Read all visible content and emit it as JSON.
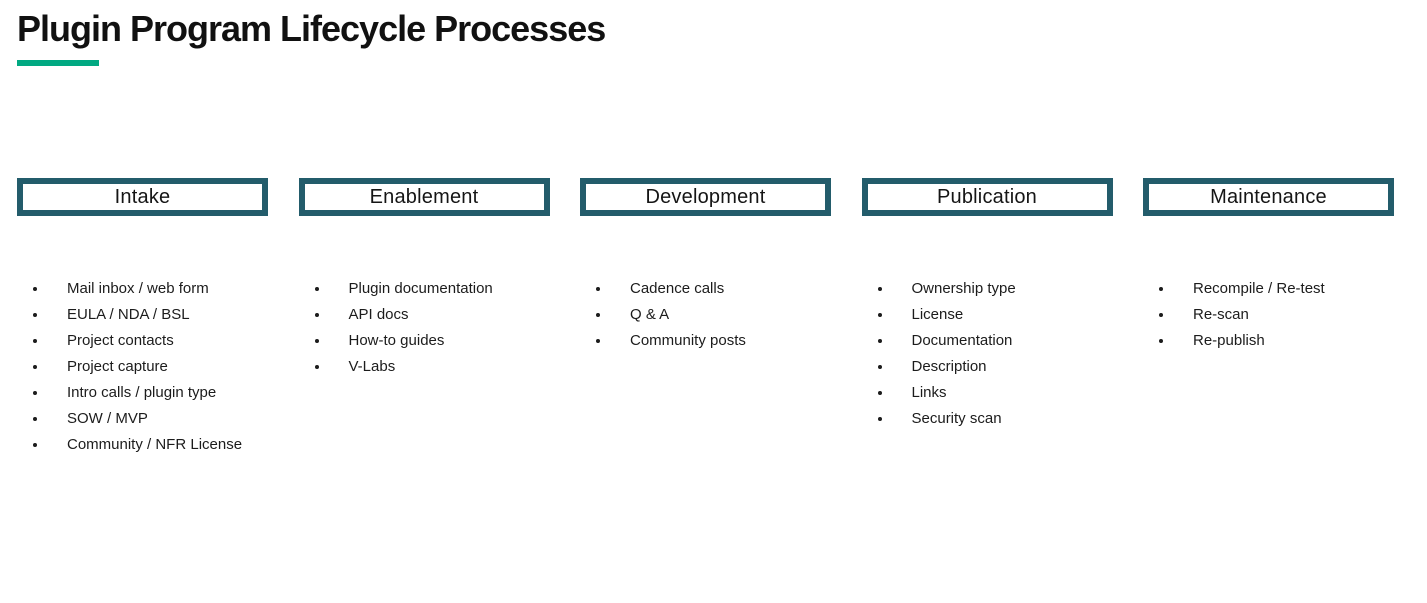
{
  "title": "Plugin Program Lifecycle Processes",
  "colors": {
    "accent_green": "#01A982",
    "box_border_teal": "#235C6B",
    "list_text": "#1C1C1C",
    "title_text": "#111111",
    "background": "#FFFFFF"
  },
  "columns": [
    {
      "header": "Intake",
      "items": [
        "Mail inbox / web form",
        "EULA / NDA / BSL",
        "Project contacts",
        "Project capture",
        "Intro calls / plugin type",
        "SOW / MVP",
        "Community / NFR License"
      ]
    },
    {
      "header": "Enablement",
      "items": [
        "Plugin documentation",
        "API docs",
        "How-to guides",
        "V-Labs"
      ]
    },
    {
      "header": "Development",
      "items": [
        "Cadence calls",
        "Q & A",
        "Community posts"
      ]
    },
    {
      "header": "Publication",
      "items": [
        "Ownership type",
        "License",
        "Documentation",
        "Description",
        "Links",
        "Security scan"
      ]
    },
    {
      "header": "Maintenance",
      "items": [
        "Recompile / Re-test",
        "Re-scan",
        "Re-publish"
      ]
    }
  ]
}
